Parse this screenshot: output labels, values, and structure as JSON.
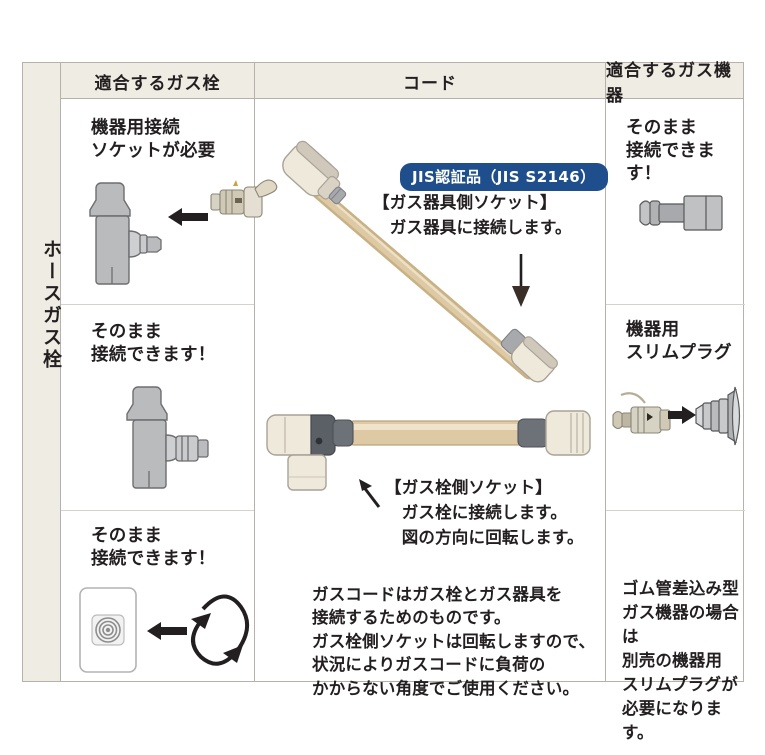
{
  "colors": {
    "header_bg": "#efece4",
    "border": "#b6b2ab",
    "badge_bg": "#1f4e8c",
    "badge_text": "#ffffff",
    "text": "#231f20",
    "hose_tan": "#d9c39c",
    "socket_cream": "#efe9dc",
    "collar_gray": "#6d6e71",
    "metal_gray": "#a7a9ac"
  },
  "row_label": "ホースガス栓",
  "headers": {
    "left": "適合するガス栓",
    "center": "コード",
    "right": "適合するガス機器"
  },
  "left_column": {
    "cell1": {
      "text": "機器用接続\nソケットが必要",
      "arrow": "arrow-left",
      "parts": [
        "gas-tap",
        "connection-socket"
      ]
    },
    "cell2": {
      "text": "そのまま\n接続できます！",
      "parts": [
        "gas-tap-with-socket"
      ]
    },
    "cell3": {
      "text": "そのまま\n接続できます！",
      "arrow": "arrow-left",
      "parts": [
        "wall-outlet-plate",
        "rotation-loop"
      ]
    }
  },
  "center_column": {
    "badge": "JIS認証品（JIS S2146）",
    "appliance_side": "【ガス器具側ソケット】\n　ガス器具に接続します。",
    "down_arrow": "arrow-down",
    "tap_side": "【ガス栓側ソケット】\n　ガス栓に接続します。\n　図の方向に回転します。",
    "tap_side_arrow": "arrow-up-left",
    "description": "ガスコードはガス栓とガス器具を\n接続するためのものです。\nガス栓側ソケットは回転しますので、\n状況によりガスコードに負荷の\nかからない角度でご使用ください。",
    "products": [
      "gas-cord-diagonal",
      "gas-cord-horizontal"
    ]
  },
  "right_column": {
    "cell1": {
      "text": "そのまま\n接続できます！",
      "parts": [
        "appliance-plug"
      ]
    },
    "cell2": {
      "text": "機器用\nスリムプラグ",
      "arrow": "arrow-right",
      "parts": [
        "slim-plug",
        "rubber-hose-nozzle"
      ]
    },
    "cell3": {
      "text": "ゴム管差込み型\nガス機器の場合は\n別売の機器用\nスリムプラグが\n必要になります。"
    }
  }
}
